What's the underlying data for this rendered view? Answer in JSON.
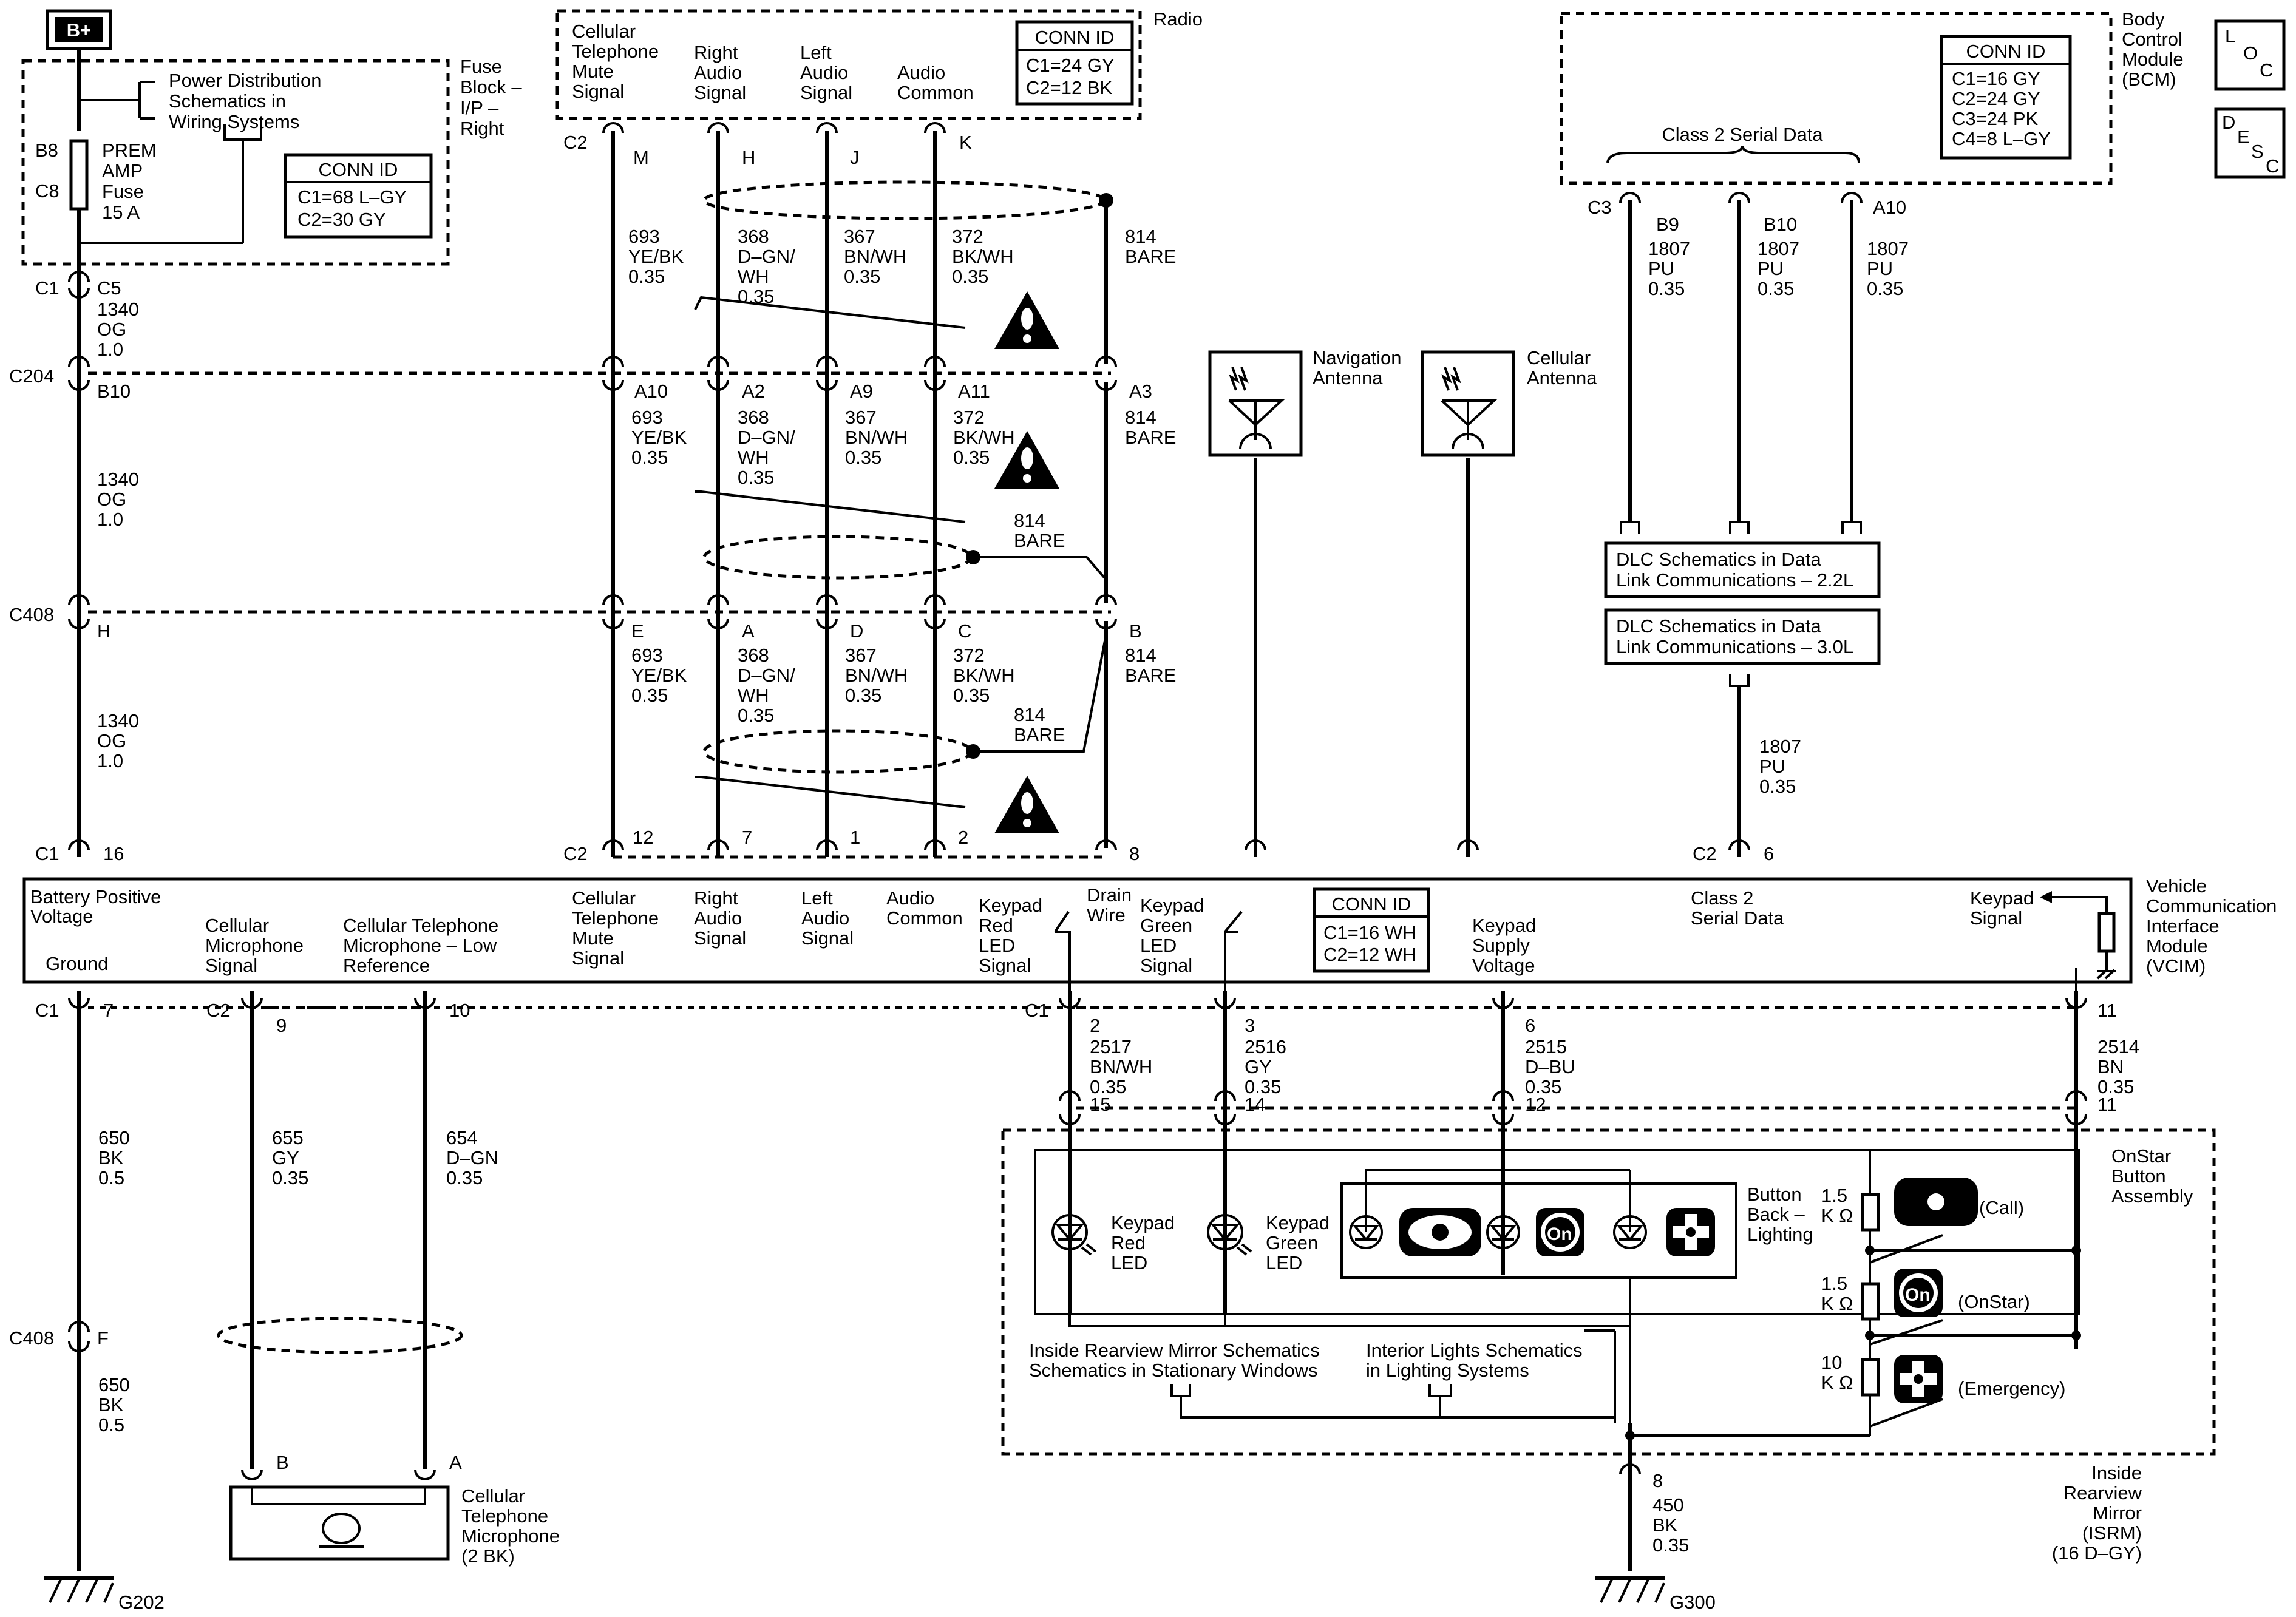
{
  "battery": {
    "label": "B+"
  },
  "fuse_block": {
    "title": [
      "Fuse",
      "Block –",
      "I/P –",
      "Right"
    ],
    "ref": [
      "Power Distribution",
      "Schematics in",
      "Wiring Systems"
    ],
    "pins": [
      "B8",
      "C8"
    ],
    "fuse": [
      "PREM",
      "AMP",
      "Fuse",
      "15 A"
    ],
    "conn_id": {
      "title": "CONN ID",
      "lines": [
        "C1=68 L–GY",
        "C2=30 GY"
      ]
    }
  },
  "radio": {
    "title": "Radio",
    "signals": [
      [
        "Cellular",
        "Telephone",
        "Mute",
        "Signal"
      ],
      [
        "Right",
        "Audio",
        "Signal"
      ],
      [
        "Left",
        "Audio",
        "Signal"
      ],
      [
        "Audio",
        "Common"
      ]
    ],
    "conn_id": {
      "title": "CONN ID",
      "lines": [
        "C1=24 GY",
        "C2=12 BK"
      ]
    },
    "conn": "C2",
    "pins": [
      "M",
      "H",
      "J",
      "K"
    ]
  },
  "bcm": {
    "title": [
      "Body",
      "Control",
      "Module",
      "(BCM)"
    ],
    "conn_id": {
      "title": "CONN ID",
      "lines": [
        "C1=16 GY",
        "C2=24 GY",
        "C3=24 PK",
        "C4=8 L–GY"
      ]
    },
    "data_label": "Class 2 Serial Data",
    "conn": "C3",
    "pins": [
      "B9",
      "B10",
      "A10"
    ],
    "loc_icon": [
      "L",
      "O",
      "C"
    ],
    "desc_icon": [
      "D",
      "E",
      "S",
      "C"
    ]
  },
  "wires": {
    "b_plus_1": [
      "1340",
      "OG",
      "1.0"
    ],
    "mute": [
      "693",
      "YE/BK",
      "0.35"
    ],
    "right_audio": [
      "368",
      "D–GN/",
      "WH",
      "0.35"
    ],
    "left_audio": [
      "367",
      "BN/WH",
      "0.35"
    ],
    "audio_common": [
      "372",
      "BK/WH",
      "0.35"
    ],
    "drain": [
      "814",
      "BARE"
    ],
    "class2": [
      "1807",
      "PU",
      "0.35"
    ],
    "ground_650": [
      "650",
      "BK",
      "0.5"
    ],
    "mic_signal": [
      "655",
      "GY",
      "0.35"
    ],
    "mic_low": [
      "654",
      "D–GN",
      "0.35"
    ],
    "red_led": [
      "2517",
      "BN/WH",
      "0.35"
    ],
    "green_led": [
      "2516",
      "GY",
      "0.35"
    ],
    "supply": [
      "2515",
      "D–BU",
      "0.35"
    ],
    "keypad_sig": [
      "2514",
      "BN",
      "0.35"
    ],
    "ground_450": [
      "450",
      "BK",
      "0.35"
    ]
  },
  "connectors": {
    "fuse_c1": "C1",
    "fuse_c5": "C5",
    "c204": "C204",
    "c204_b10": "B10",
    "c204_pins": [
      "A10",
      "A2",
      "A9",
      "A11",
      "A3"
    ],
    "c408": "C408",
    "c408_h": "H",
    "c408_pins": [
      "E",
      "A",
      "D",
      "C",
      "B"
    ],
    "vcim_top_c1": "C1",
    "vcim_top_16": "16",
    "vcim_top_c2": "C2",
    "vcim_top_pins": [
      "12",
      "7",
      "1",
      "2",
      "8"
    ],
    "vcim_c2": "C2",
    "vcim_c2_6": "6",
    "vcim_bot_c1": "C1",
    "vcim_bot_7": "7",
    "vcim_bot_c2": "C2",
    "vcim_bot_9": "9",
    "vcim_bot_10": "10",
    "vcim_bot_c1b": "C1",
    "vcim_bot_pins": [
      "2",
      "3",
      "6",
      "11"
    ],
    "mirror_pins": [
      "15",
      "14",
      "12",
      "11"
    ],
    "c408_low": "C408",
    "c408_f": "F",
    "mic_pins": [
      "B",
      "A"
    ],
    "gnd_pin": "8"
  },
  "antennas": {
    "nav": [
      "Navigation",
      "Antenna"
    ],
    "cell": [
      "Cellular",
      "Antenna"
    ]
  },
  "dlc": [
    [
      "DLC Schematics in Data",
      "Link Communications – 2.2L"
    ],
    [
      "DLC Schematics in Data",
      "Link Communications – 3.0L"
    ]
  ],
  "vcim": {
    "title": [
      "Vehicle",
      "Communication",
      "Interface",
      "Module",
      "(VCIM)"
    ],
    "bpv": [
      "Battery Positive",
      "Voltage"
    ],
    "ground": "Ground",
    "mic_sig": [
      "Cellular",
      "Microphone",
      "Signal"
    ],
    "mic_low": [
      "Cellular Telephone",
      "Microphone – Low",
      "Reference"
    ],
    "mute": [
      "Cellular",
      "Telephone",
      "Mute",
      "Signal"
    ],
    "right_audio": [
      "Right",
      "Audio",
      "Signal"
    ],
    "left_audio": [
      "Left",
      "Audio",
      "Signal"
    ],
    "audio_common": [
      "Audio",
      "Common"
    ],
    "red_led": [
      "Keypad",
      "Red",
      "LED",
      "Signal"
    ],
    "drain": [
      "Drain",
      "Wire"
    ],
    "green_led": [
      "Keypad",
      "Green",
      "LED",
      "Signal"
    ],
    "supply": [
      "Keypad",
      "Supply",
      "Voltage"
    ],
    "class2": [
      "Class 2",
      "Serial Data"
    ],
    "keypad": [
      "Keypad",
      "Signal"
    ],
    "conn_id": {
      "title": "CONN ID",
      "lines": [
        "C1=16 WH",
        "C2=12 WH"
      ]
    }
  },
  "microphone": {
    "label": [
      "Cellular",
      "Telephone",
      "Microphone",
      "(2 BK)"
    ]
  },
  "grounds": {
    "g202": "G202",
    "g300": "G300"
  },
  "onstar": {
    "title": [
      "OnStar",
      "Button",
      "Assembly"
    ],
    "red_led": [
      "Keypad",
      "Red",
      "LED"
    ],
    "green_led": [
      "Keypad",
      "Green",
      "LED"
    ],
    "backlight": [
      "Button",
      "Back –",
      "Lighting"
    ],
    "r1": [
      "1.5",
      "K Ω"
    ],
    "r2": [
      "1.5",
      "K Ω"
    ],
    "r3": [
      "10",
      "K Ω"
    ],
    "call": "(Call)",
    "onstar": "(OnStar)",
    "emergency": "(Emergency)",
    "mirror_ref": [
      "Inside Rearview Mirror Schematics",
      "Schematics in Stationary Windows"
    ],
    "lights_ref": [
      "Interior Lights Schematics",
      "in Lighting Systems"
    ],
    "onstar_logo": "On"
  },
  "isrm": {
    "title": [
      "Inside",
      "Rearview",
      "Mirror",
      "(ISRM)",
      "(16 D–GY)"
    ]
  }
}
